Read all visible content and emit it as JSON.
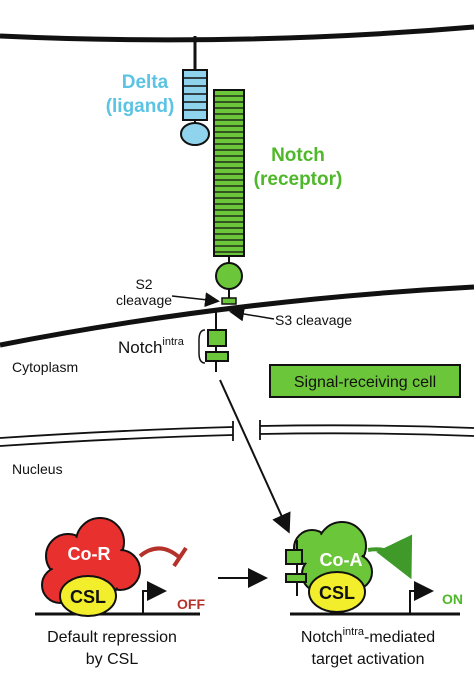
{
  "labels": {
    "delta_line1": "Delta",
    "delta_line2": "(ligand)",
    "notch_line1": "Notch",
    "notch_line2": "(receptor)",
    "s2_line1": "S2",
    "s2_line2": "cleavage",
    "s3": "S3 cleavage",
    "notch_intra_base": "Notch",
    "notch_intra_sup": "intra",
    "cytoplasm": "Cytoplasm",
    "signal_box": "Signal-receiving cell",
    "nucleus": "Nucleus",
    "co_r": "Co-R",
    "csl_left": "CSL",
    "off": "OFF",
    "co_a": "Co-A",
    "csl_right": "CSL",
    "on": "ON",
    "caption_left_line1": "Default repression",
    "caption_left_line2": "by CSL",
    "caption_right_base": "Notch",
    "caption_right_sup": "intra",
    "caption_right_rest": "-mediated",
    "caption_right_line2": "target activation"
  },
  "colors": {
    "delta": "#8fd3ec",
    "delta_text": "#5bc3e3",
    "notch": "#6cc63a",
    "notch_text": "#4fb82a",
    "co_r": "#e8312f",
    "csl": "#f3ee2c",
    "co_a": "#6cc63a",
    "off": "#b5322b",
    "on": "#4fb82a",
    "inhibit": "#b5322b",
    "activate": "#3f9a2a"
  }
}
